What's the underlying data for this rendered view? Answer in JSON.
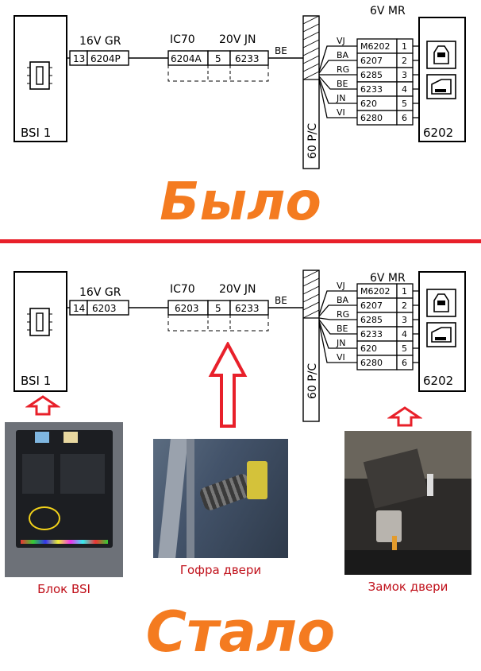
{
  "before": {
    "label": "Было",
    "bsi_connector": {
      "wire": "16V GR",
      "pin": "13",
      "code": "6204P",
      "unit": "BSI 1"
    },
    "ic": {
      "name": "IC70",
      "wire": "20V JN",
      "codes": [
        "6204A",
        "5",
        "6233"
      ]
    },
    "be": "BE",
    "strip": "60 P/C",
    "lock": {
      "wire": "6V MR",
      "unit": "6202",
      "rows": [
        {
          "color": "VJ",
          "code": "M6202",
          "pin": "1"
        },
        {
          "color": "BA",
          "code": "6207",
          "pin": "2"
        },
        {
          "color": "RG",
          "code": "6285",
          "pin": "3"
        },
        {
          "color": "BE",
          "code": "6233",
          "pin": "4"
        },
        {
          "color": "JN",
          "code": "620",
          "pin": "5"
        },
        {
          "color": "VI",
          "code": "6280",
          "pin": "6"
        }
      ]
    }
  },
  "after": {
    "label": "Стало",
    "bsi_connector": {
      "wire": "16V GR",
      "pin": "14",
      "code": "6203",
      "unit": "BSI 1"
    },
    "ic": {
      "name": "IC70",
      "wire": "20V JN",
      "codes": [
        "6203",
        "5",
        "6233"
      ]
    },
    "be": "BE",
    "strip": "60 P/C",
    "lock": {
      "wire": "6V MR",
      "unit": "6202",
      "rows": [
        {
          "color": "VJ",
          "code": "M6202",
          "pin": "1"
        },
        {
          "color": "BA",
          "code": "6207",
          "pin": "2"
        },
        {
          "color": "RG",
          "code": "6285",
          "pin": "3"
        },
        {
          "color": "BE",
          "code": "6233",
          "pin": "4"
        },
        {
          "color": "JN",
          "code": "620",
          "pin": "5"
        },
        {
          "color": "VI",
          "code": "6280",
          "pin": "6"
        }
      ]
    }
  },
  "photos": {
    "bsi": {
      "caption": "Блок BSI"
    },
    "door_gofra": {
      "caption": "Гофра двери"
    },
    "door_lock": {
      "caption": "Замок двери"
    }
  },
  "colors": {
    "accent": "#f47b20",
    "divider": "#e8202a",
    "caption": "#c0101a",
    "arrow": "#e8202a"
  }
}
